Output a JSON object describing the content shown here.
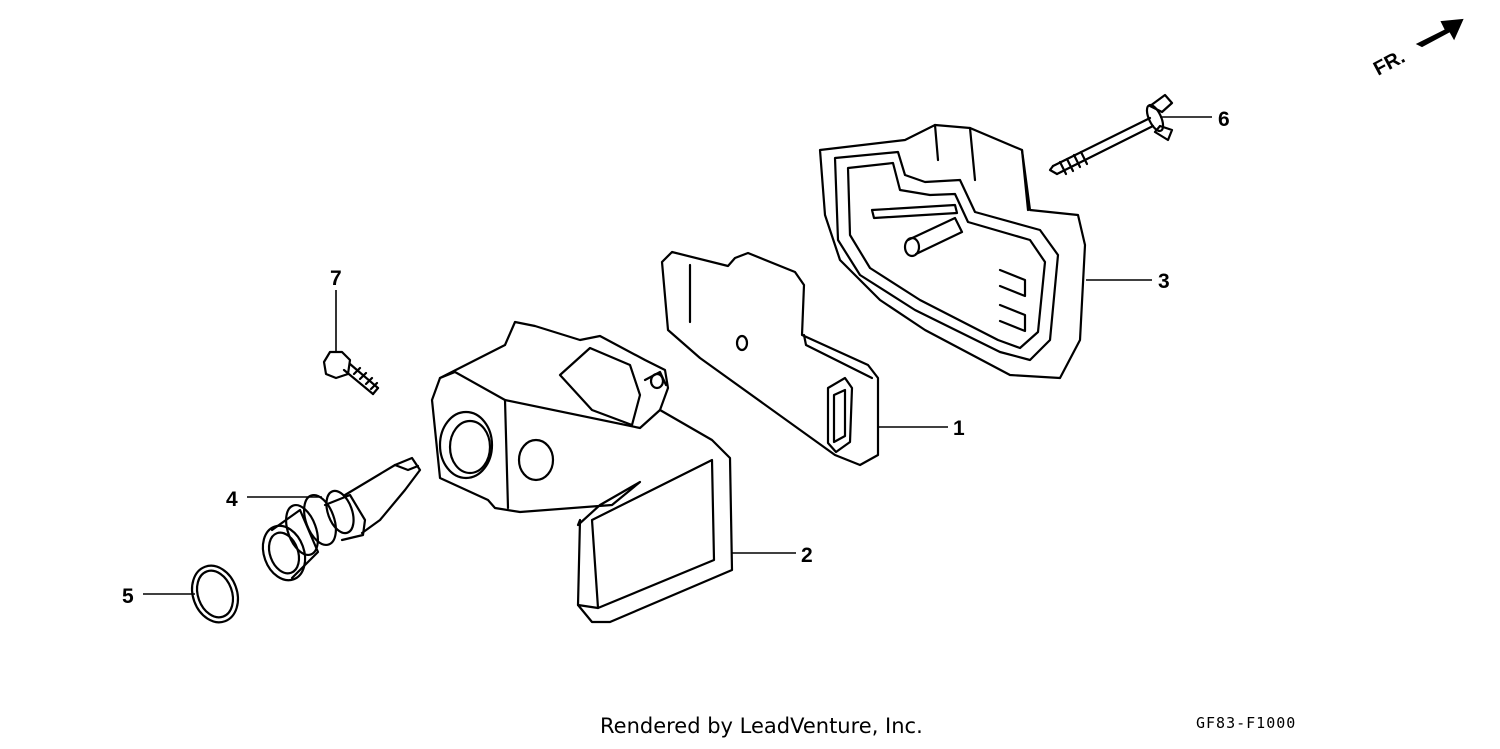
{
  "direction_indicator": {
    "label": "FR."
  },
  "callouts": [
    "1",
    "2",
    "3",
    "4",
    "5",
    "6",
    "7"
  ],
  "footer": {
    "credit": "Rendered by LeadVenture, Inc.",
    "diagram_code": "GF83-F1000"
  }
}
